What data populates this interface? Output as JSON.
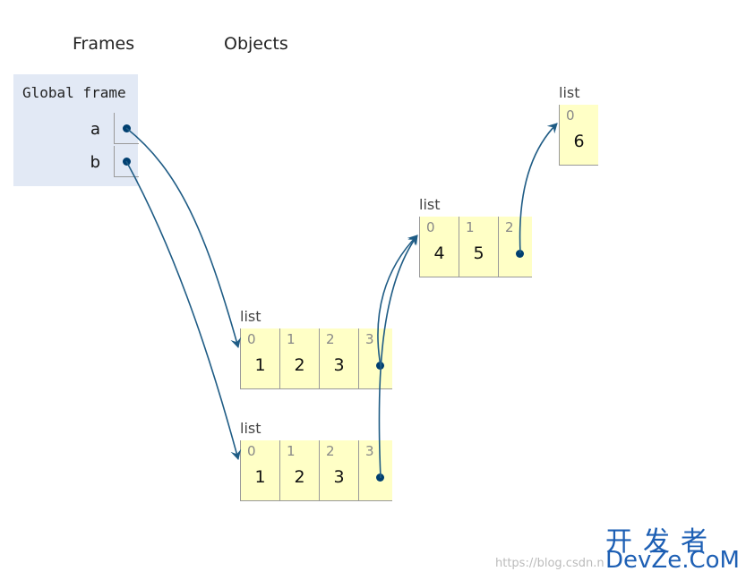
{
  "headers": {
    "frames": "Frames",
    "objects": "Objects"
  },
  "frame": {
    "title": "Global frame",
    "vars": [
      {
        "name": "a"
      },
      {
        "name": "b"
      }
    ]
  },
  "lists": {
    "list_a": {
      "label": "list",
      "indices": [
        "0",
        "1",
        "2",
        "3"
      ],
      "values": [
        "1",
        "2",
        "3",
        ""
      ]
    },
    "list_b": {
      "label": "list",
      "indices": [
        "0",
        "1",
        "2",
        "3"
      ],
      "values": [
        "1",
        "2",
        "3",
        ""
      ]
    },
    "list_mid": {
      "label": "list",
      "indices": [
        "0",
        "1",
        "2"
      ],
      "values": [
        "4",
        "5",
        ""
      ]
    },
    "list_top": {
      "label": "list",
      "indices": [
        "0"
      ],
      "values": [
        "6"
      ]
    }
  },
  "watermark": {
    "cn": "开发者",
    "en": "DevZe.CoM",
    "url": "https://blog.csdn.n"
  },
  "colors": {
    "arrow": "#1f5c85",
    "list_bg": "#ffffc6",
    "frame_bg": "#e2e9f5"
  }
}
